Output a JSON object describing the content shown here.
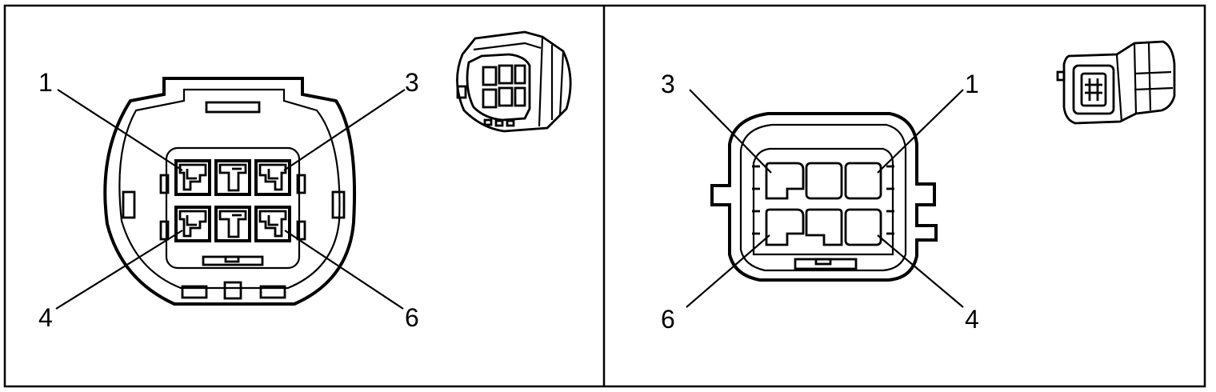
{
  "panels": [
    {
      "id": "female-connector",
      "pin_labels": {
        "top_left": "1",
        "top_right": "3",
        "bottom_left": "4",
        "bottom_right": "6"
      }
    },
    {
      "id": "male-connector",
      "pin_labels": {
        "top_left": "3",
        "top_right": "1",
        "bottom_left": "6",
        "bottom_right": "4"
      }
    }
  ],
  "colors": {
    "ink": "#000000",
    "paper": "#ffffff"
  }
}
